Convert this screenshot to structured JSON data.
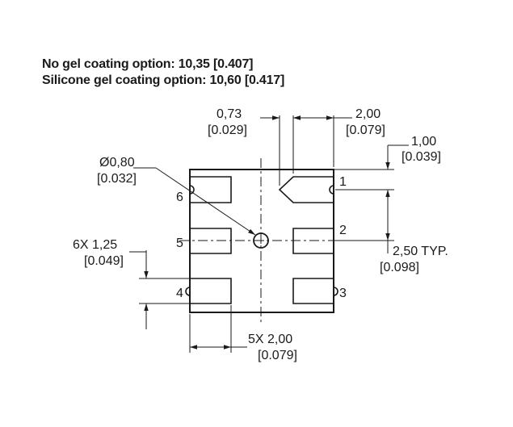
{
  "notes": {
    "no_gel": "No gel coating option: 10,35 [0.407]",
    "silicone_gel": "Silicone gel coating option: 10,60 [0.417]"
  },
  "dimensions": {
    "lead_width_mm": "0,73",
    "lead_width_in": "[0.029]",
    "pad_length_mm": "2,00",
    "pad_length_in": "[0.079]",
    "edge_offset_mm": "1,00",
    "edge_offset_in": "[0.039]",
    "hole_dia_mm": "Ø0,80",
    "hole_dia_in": "[0.032]",
    "pitch_mm": "2,50 TYP.",
    "pitch_in": "[0.098]",
    "pad_width_mm": "6X 1,25",
    "pad_width_in": "[0.049]",
    "pad_span_mm": "5X 2,00",
    "pad_span_in": "[0.079]"
  },
  "pins": [
    "1",
    "2",
    "3",
    "4",
    "5",
    "6"
  ],
  "colors": {
    "line": "#1a1a1a",
    "background": "#ffffff"
  }
}
